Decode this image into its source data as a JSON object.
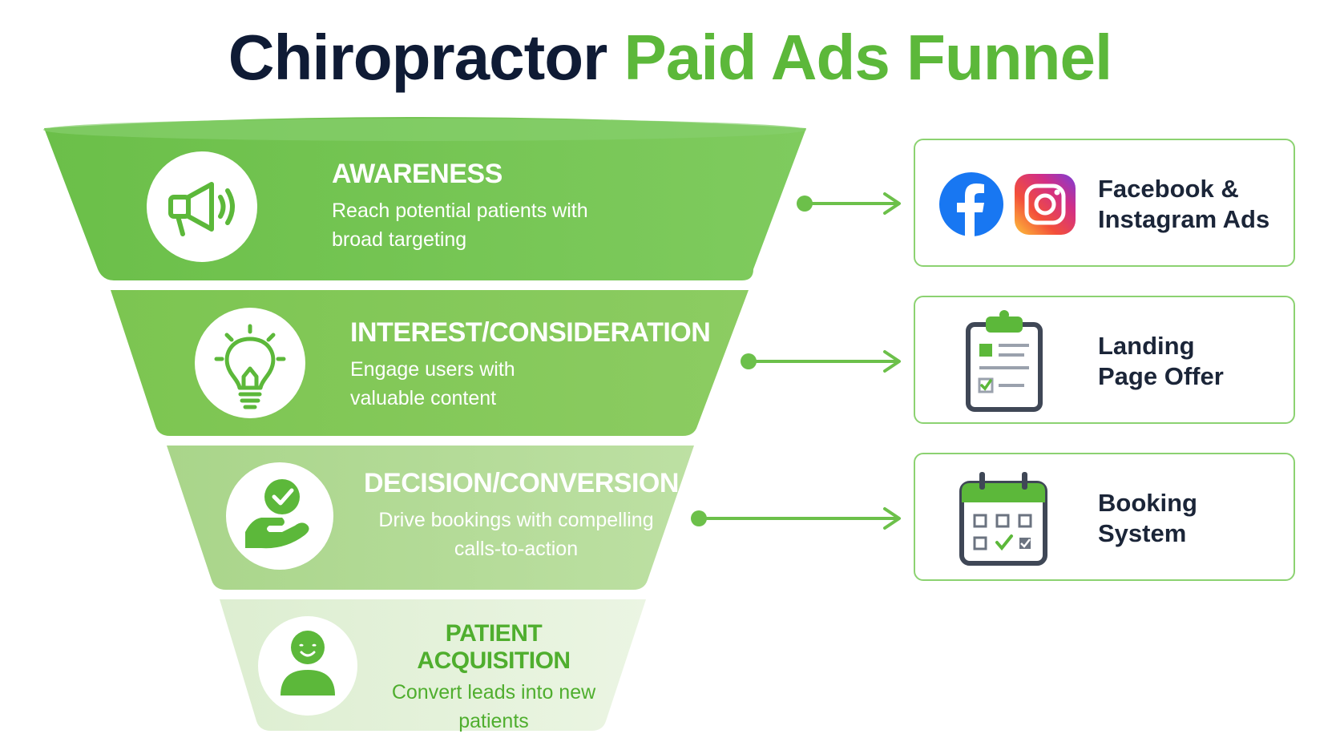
{
  "title": {
    "part1": "Chiropractor",
    "part2": "Paid Ads Funnel"
  },
  "colors": {
    "title_dark": "#0f1b35",
    "title_green": "#5cb83a",
    "stage1": "#6cc04a",
    "stage2": "#82c65a",
    "stage3": "#b2db95",
    "stage4": "#e3f1d8",
    "arrow": "#6cc04a",
    "card_border": "#8cd271"
  },
  "stages": [
    {
      "heading": "AWARENESS",
      "description": "Reach potential patients with broad targeting",
      "icon": "megaphone-icon"
    },
    {
      "heading": "INTEREST/CONSIDERATION",
      "description": "Engage users with valuable content",
      "icon": "lightbulb-icon"
    },
    {
      "heading": "DECISION/CONVERSION",
      "description": "Drive bookings with compelling calls-to-action",
      "icon": "hand-checkmark-icon"
    },
    {
      "heading": "PATIENT ACQUISITION",
      "description": "Convert leads into new patients",
      "icon": "person-icon"
    }
  ],
  "channels": [
    {
      "label_line1": "Facebook &",
      "label_line2": "Instagram Ads",
      "icons": [
        "facebook-icon",
        "instagram-icon"
      ]
    },
    {
      "label_line1": "Landing",
      "label_line2": "Page Offer",
      "icons": [
        "clipboard-icon"
      ]
    },
    {
      "label_line1": "Booking",
      "label_line2": "System",
      "icons": [
        "calendar-icon"
      ]
    }
  ]
}
